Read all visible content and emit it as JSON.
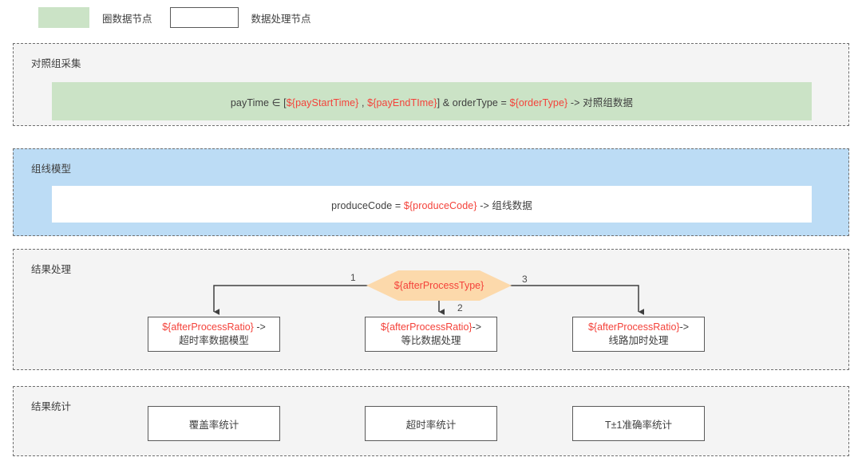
{
  "legend": {
    "green_swatch_color": "#cbe3c6",
    "green_label": "圈数据节点",
    "box_label": "数据处理节点"
  },
  "sections": {
    "control_group": {
      "title": "对照组采集",
      "band_color": "#cbe3c6",
      "formula": {
        "p1": "payTime ∈ [",
        "v1": "${payStartTime}",
        "p2": " , ",
        "v2": "${payEndTIme}",
        "p3": "] & orderType = ",
        "v3": "${orderType}",
        "p4": " -> 对照组数据"
      }
    },
    "line_model": {
      "title": "组线模型",
      "panel_color": "#bcdcf5",
      "formula": {
        "p1": "produceCode = ",
        "v1": "${produceCode}",
        "p2": " -> 组线数据"
      }
    },
    "result_processing": {
      "title": "结果处理",
      "decision": {
        "label": "${afterProcessType}",
        "fill_color": "#fcd9ab",
        "text_color": "#f4423a"
      },
      "branches": [
        {
          "label": "1"
        },
        {
          "label": "2"
        },
        {
          "label": "3"
        }
      ],
      "boxes": [
        {
          "var": "${afterProcessRatio}",
          "arrow": " ->",
          "label": "超时率数据模型"
        },
        {
          "var": "${afterProcessRatio}",
          "arrow": "->",
          "label": "等比数据处理"
        },
        {
          "var": "${afterProcessRatio}",
          "arrow": "->",
          "label": "线路加时处理"
        }
      ]
    },
    "result_statistics": {
      "title": "结果统计",
      "boxes": [
        {
          "label": "覆盖率统计"
        },
        {
          "label": "超时率统计"
        },
        {
          "label": "T±1准确率统计"
        }
      ]
    }
  }
}
